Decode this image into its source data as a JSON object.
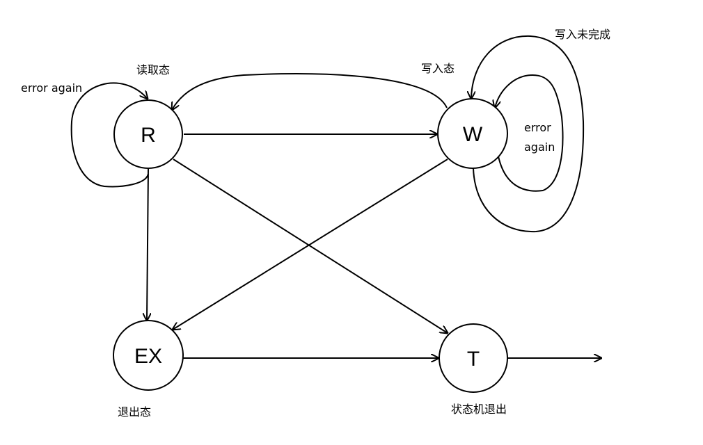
{
  "diagram": {
    "nodes": {
      "r": {
        "label": "R",
        "caption": "读取态"
      },
      "w": {
        "label": "W",
        "caption": "写入态"
      },
      "ex": {
        "label": "EX",
        "caption": "退出态"
      },
      "t": {
        "label": "T",
        "caption": "状态机退出"
      }
    },
    "labels": {
      "r_self_loop": "error again",
      "w_inner_loop_line1": "error",
      "w_inner_loop_line2": "again",
      "w_outer_loop": "写入未完成"
    }
  }
}
